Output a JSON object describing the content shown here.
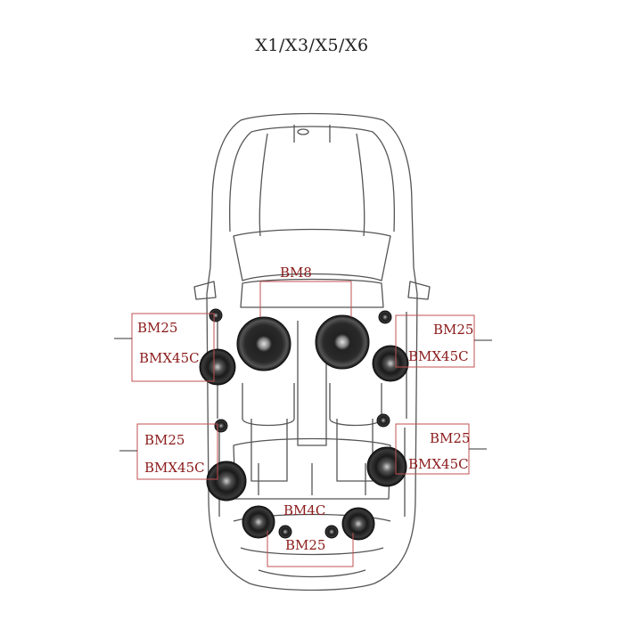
{
  "title": "X1/X3/X5/X6",
  "colors": {
    "car_outline": "#555555",
    "label_red": "#8b1a1a",
    "callout_line": "#c05050"
  },
  "labels": {
    "front_center": "BM8",
    "front_left_a": "BM25",
    "front_left_b": "BMX45C",
    "front_right_a": "BM25",
    "front_right_b": "BMX45C",
    "rear_left_a": "BM25",
    "rear_left_b": "BMX45C",
    "rear_right_a": "BM25",
    "rear_right_b": "BMX45C",
    "trunk_a": "BM4C",
    "trunk_b": "BM25"
  }
}
